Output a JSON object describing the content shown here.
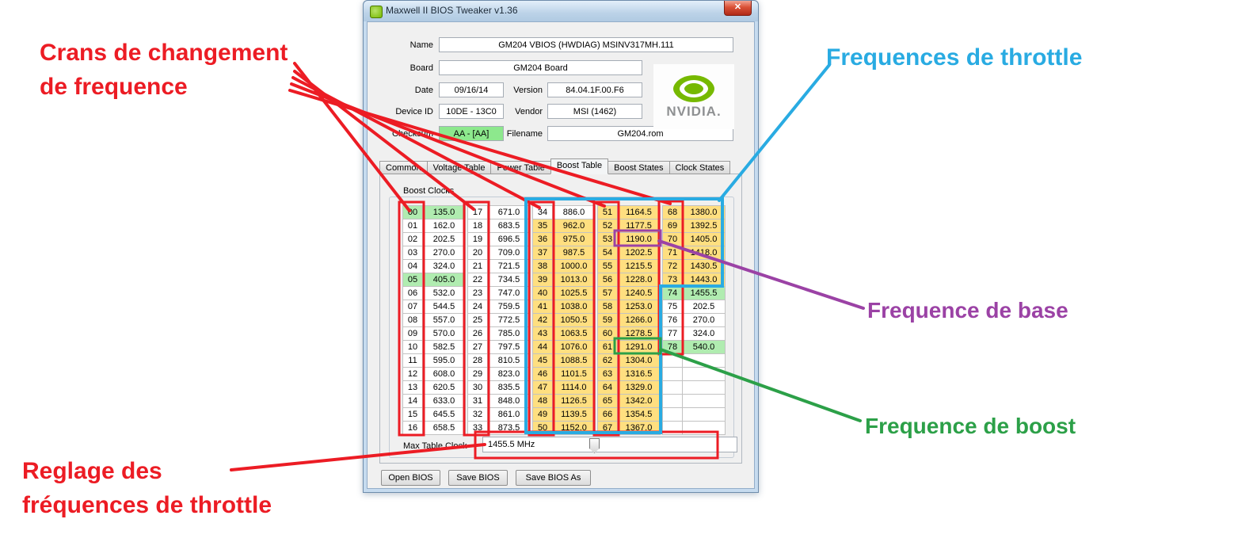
{
  "annotations": {
    "crans": {
      "lines": [
        "Crans de changement",
        "de frequence"
      ],
      "color": "#ec1c24"
    },
    "throttle": {
      "text": "Frequences de throttle",
      "color": "#29abe2"
    },
    "base": {
      "text": "Frequence de base",
      "color": "#9b42a5",
      "target_value": "1190.0"
    },
    "boost": {
      "text": "Frequence de boost",
      "color": "#2ca048",
      "target_value": "1291.0"
    },
    "reglage": {
      "lines": [
        "Reglage des",
        "fréquences de throttle"
      ],
      "color": "#ec1c24"
    }
  },
  "icons": {
    "close": "✕"
  },
  "window": {
    "title": "Maxwell II BIOS Tweaker v1.36",
    "logo_text": "NVIDIA.",
    "fields": {
      "name": {
        "label": "Name",
        "value": "GM204 VBIOS (HWDIAG) MSINV317MH.111"
      },
      "board": {
        "label": "Board",
        "value": "GM204 Board"
      },
      "date": {
        "label": "Date",
        "value": "09/16/14"
      },
      "version": {
        "label": "Version",
        "value": "84.04.1F.00.F6"
      },
      "device_id": {
        "label": "Device ID",
        "value": "10DE - 13C0"
      },
      "vendor": {
        "label": "Vendor",
        "value": "MSI (1462)"
      },
      "checksum": {
        "label": "Checksum",
        "value": "AA - [AA]"
      },
      "filename": {
        "label": "Filename",
        "value": "GM204.rom"
      }
    },
    "tabs": [
      {
        "label": "Common"
      },
      {
        "label": "Voltage Table"
      },
      {
        "label": "Power Table"
      },
      {
        "label": "Boost Table",
        "active": true
      },
      {
        "label": "Boost States"
      },
      {
        "label": "Clock States"
      }
    ],
    "boost_clocks": {
      "group_title": "Boost Clocks",
      "columns": [
        {
          "entries": [
            {
              "i": "00",
              "v": "135.0",
              "hl": "green"
            },
            {
              "i": "01",
              "v": "162.0",
              "hl": ""
            },
            {
              "i": "02",
              "v": "202.5",
              "hl": ""
            },
            {
              "i": "03",
              "v": "270.0",
              "hl": ""
            },
            {
              "i": "04",
              "v": "324.0",
              "hl": ""
            },
            {
              "i": "05",
              "v": "405.0",
              "hl": "green"
            },
            {
              "i": "06",
              "v": "532.0",
              "hl": ""
            },
            {
              "i": "07",
              "v": "544.5",
              "hl": ""
            },
            {
              "i": "08",
              "v": "557.0",
              "hl": ""
            },
            {
              "i": "09",
              "v": "570.0",
              "hl": ""
            },
            {
              "i": "10",
              "v": "582.5",
              "hl": ""
            },
            {
              "i": "11",
              "v": "595.0",
              "hl": ""
            },
            {
              "i": "12",
              "v": "608.0",
              "hl": ""
            },
            {
              "i": "13",
              "v": "620.5",
              "hl": ""
            },
            {
              "i": "14",
              "v": "633.0",
              "hl": ""
            },
            {
              "i": "15",
              "v": "645.5",
              "hl": ""
            },
            {
              "i": "16",
              "v": "658.5",
              "hl": ""
            }
          ]
        },
        {
          "entries": [
            {
              "i": "17",
              "v": "671.0",
              "hl": ""
            },
            {
              "i": "18",
              "v": "683.5",
              "hl": ""
            },
            {
              "i": "19",
              "v": "696.5",
              "hl": ""
            },
            {
              "i": "20",
              "v": "709.0",
              "hl": ""
            },
            {
              "i": "21",
              "v": "721.5",
              "hl": ""
            },
            {
              "i": "22",
              "v": "734.5",
              "hl": ""
            },
            {
              "i": "23",
              "v": "747.0",
              "hl": ""
            },
            {
              "i": "24",
              "v": "759.5",
              "hl": ""
            },
            {
              "i": "25",
              "v": "772.5",
              "hl": ""
            },
            {
              "i": "26",
              "v": "785.0",
              "hl": ""
            },
            {
              "i": "27",
              "v": "797.5",
              "hl": ""
            },
            {
              "i": "28",
              "v": "810.5",
              "hl": ""
            },
            {
              "i": "29",
              "v": "823.0",
              "hl": ""
            },
            {
              "i": "30",
              "v": "835.5",
              "hl": ""
            },
            {
              "i": "31",
              "v": "848.0",
              "hl": ""
            },
            {
              "i": "32",
              "v": "861.0",
              "hl": ""
            },
            {
              "i": "33",
              "v": "873.5",
              "hl": ""
            }
          ]
        },
        {
          "entries": [
            {
              "i": "34",
              "v": "886.0",
              "hl": ""
            },
            {
              "i": "35",
              "v": "962.0",
              "hl": "yellow"
            },
            {
              "i": "36",
              "v": "975.0",
              "hl": "yellow"
            },
            {
              "i": "37",
              "v": "987.5",
              "hl": "yellow"
            },
            {
              "i": "38",
              "v": "1000.0",
              "hl": "yellow"
            },
            {
              "i": "39",
              "v": "1013.0",
              "hl": "yellow"
            },
            {
              "i": "40",
              "v": "1025.5",
              "hl": "yellow"
            },
            {
              "i": "41",
              "v": "1038.0",
              "hl": "yellow"
            },
            {
              "i": "42",
              "v": "1050.5",
              "hl": "yellow"
            },
            {
              "i": "43",
              "v": "1063.5",
              "hl": "yellow"
            },
            {
              "i": "44",
              "v": "1076.0",
              "hl": "yellow"
            },
            {
              "i": "45",
              "v": "1088.5",
              "hl": "yellow"
            },
            {
              "i": "46",
              "v": "1101.5",
              "hl": "yellow"
            },
            {
              "i": "47",
              "v": "1114.0",
              "hl": "yellow"
            },
            {
              "i": "48",
              "v": "1126.5",
              "hl": "yellow"
            },
            {
              "i": "49",
              "v": "1139.5",
              "hl": "yellow"
            },
            {
              "i": "50",
              "v": "1152.0",
              "hl": "yellow"
            }
          ]
        },
        {
          "entries": [
            {
              "i": "51",
              "v": "1164.5",
              "hl": "yellow"
            },
            {
              "i": "52",
              "v": "1177.5",
              "hl": "yellow"
            },
            {
              "i": "53",
              "v": "1190.0",
              "hl": "yellow"
            },
            {
              "i": "54",
              "v": "1202.5",
              "hl": "yellow"
            },
            {
              "i": "55",
              "v": "1215.5",
              "hl": "yellow"
            },
            {
              "i": "56",
              "v": "1228.0",
              "hl": "yellow"
            },
            {
              "i": "57",
              "v": "1240.5",
              "hl": "yellow"
            },
            {
              "i": "58",
              "v": "1253.0",
              "hl": "yellow"
            },
            {
              "i": "59",
              "v": "1266.0",
              "hl": "yellow"
            },
            {
              "i": "60",
              "v": "1278.5",
              "hl": "yellow"
            },
            {
              "i": "61",
              "v": "1291.0",
              "hl": "yellow"
            },
            {
              "i": "62",
              "v": "1304.0",
              "hl": "yellow"
            },
            {
              "i": "63",
              "v": "1316.5",
              "hl": "yellow"
            },
            {
              "i": "64",
              "v": "1329.0",
              "hl": "yellow"
            },
            {
              "i": "65",
              "v": "1342.0",
              "hl": "yellow"
            },
            {
              "i": "66",
              "v": "1354.5",
              "hl": "yellow"
            },
            {
              "i": "67",
              "v": "1367.0",
              "hl": "yellow"
            }
          ]
        },
        {
          "entries": [
            {
              "i": "68",
              "v": "1380.0",
              "hl": "yellow"
            },
            {
              "i": "69",
              "v": "1392.5",
              "hl": "yellow"
            },
            {
              "i": "70",
              "v": "1405.0",
              "hl": "yellow"
            },
            {
              "i": "71",
              "v": "1418.0",
              "hl": "yellow"
            },
            {
              "i": "72",
              "v": "1430.5",
              "hl": "yellow"
            },
            {
              "i": "73",
              "v": "1443.0",
              "hl": "yellow"
            },
            {
              "i": "74",
              "v": "1455.5",
              "hl": "green"
            },
            {
              "i": "75",
              "v": "202.5",
              "hl": ""
            },
            {
              "i": "76",
              "v": "270.0",
              "hl": ""
            },
            {
              "i": "77",
              "v": "324.0",
              "hl": ""
            },
            {
              "i": "78",
              "v": "540.0",
              "hl": "green"
            }
          ]
        }
      ],
      "max_table_clock": {
        "label": "Max Table Clock",
        "value": "1455.5 MHz"
      }
    },
    "buttons": [
      "Open BIOS",
      "Save BIOS",
      "Save BIOS As"
    ]
  }
}
